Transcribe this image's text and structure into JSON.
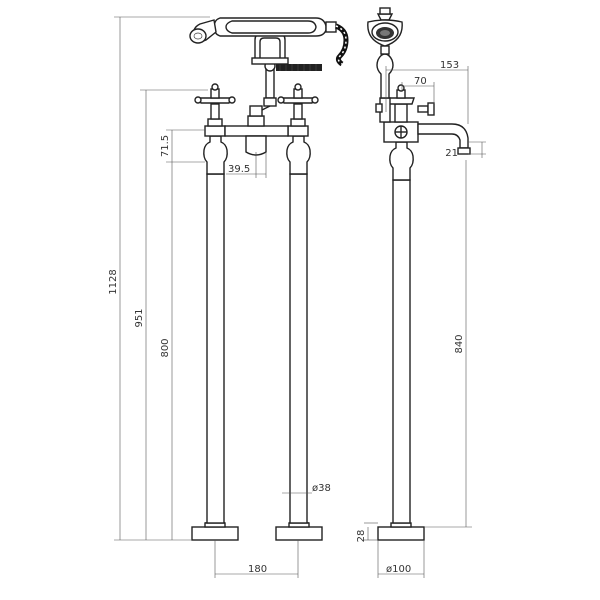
{
  "dimensions": {
    "total_height": "1128",
    "to_handle": "951",
    "pillar_height": "800",
    "valve_to_spout": "71.5",
    "spout_offset": "39.5",
    "pipe_diameter": "ø38",
    "base_height": "28",
    "base_diameter": "ø100",
    "centers": "180",
    "side_height": "840",
    "reach": "153",
    "handle_offset": "70",
    "spout_drop": "21"
  }
}
